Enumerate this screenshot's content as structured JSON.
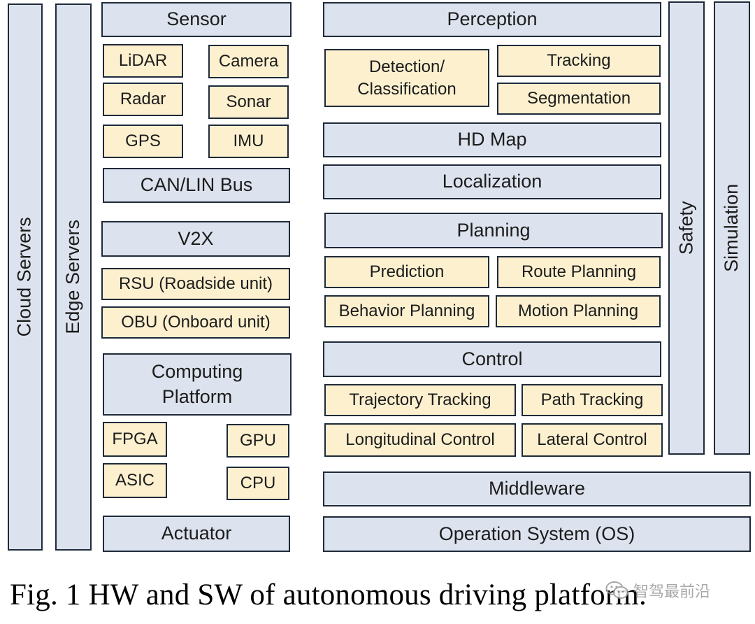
{
  "diagram": {
    "vertical_bars": {
      "cloud_servers": "Cloud Servers",
      "edge_servers": "Edge Servers",
      "safety": "Safety",
      "simulation": "Simulation"
    },
    "hardware": {
      "sensor": {
        "title": "Sensor",
        "items": [
          "LiDAR",
          "Camera",
          "Radar",
          "Sonar",
          "GPS",
          "IMU"
        ],
        "bus": "CAN/LIN Bus"
      },
      "v2x": {
        "title": "V2X",
        "items": [
          "RSU (Roadside unit)",
          "OBU (Onboard unit)"
        ]
      },
      "computing_platform": {
        "title_line1": "Computing",
        "title_line2": "Platform",
        "items": [
          "FPGA",
          "GPU",
          "ASIC",
          "CPU"
        ]
      },
      "actuator": "Actuator"
    },
    "software": {
      "perception": {
        "title": "Perception",
        "detection_line1": "Detection/",
        "detection_line2": "Classification",
        "tracking": "Tracking",
        "segmentation": "Segmentation"
      },
      "hd_map": "HD Map",
      "localization": "Localization",
      "planning": {
        "title": "Planning",
        "items": [
          "Prediction",
          "Route Planning",
          "Behavior Planning",
          "Motion Planning"
        ]
      },
      "control": {
        "title": "Control",
        "items": [
          "Trajectory Tracking",
          "Path Tracking",
          "Longitudinal Control",
          "Lateral Control"
        ]
      },
      "middleware": "Middleware",
      "operating_system": "Operation System (OS)"
    }
  },
  "caption": "Fig. 1 HW and SW of autonomous driving platform.",
  "watermark": {
    "text": "智驾最前沿",
    "icon": "wechat-icon"
  },
  "colors": {
    "layer_fill": "#dde3ee",
    "component_fill": "#fcf0cf",
    "border": "#1f2a3a"
  }
}
